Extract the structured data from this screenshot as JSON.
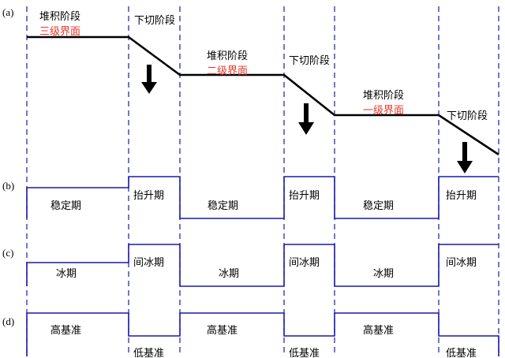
{
  "figure": {
    "title": "",
    "panels": [
      {
        "id": "a",
        "label": "(a)"
      },
      {
        "id": "b",
        "label": "(b)"
      },
      {
        "id": "c",
        "label": "(c)"
      },
      {
        "id": "d",
        "label": "(d)"
      }
    ]
  },
  "colors": {
    "curve": "#000000",
    "dashed_divider": "#1a1aa8",
    "box_outline": "#1a1aa8",
    "highlight_text": "#e8342a",
    "plain_text": "#000000",
    "background": "#ffffff"
  },
  "panel_a": {
    "stage_labels": [
      {
        "top": "堆积阶段",
        "bottom": "三级界面",
        "bottom_color": "#e8342a"
      },
      {
        "top": "下切阶段",
        "bottom": "",
        "bottom_color": ""
      },
      {
        "top": "堆积阶段",
        "bottom": "二级界面",
        "bottom_color": "#e8342a"
      },
      {
        "top": "下切阶段",
        "bottom": "",
        "bottom_color": ""
      },
      {
        "top": "堆积阶段",
        "bottom": "一级界面",
        "bottom_color": "#e8342a"
      },
      {
        "top": "下切阶段",
        "bottom": "",
        "bottom_color": ""
      }
    ],
    "arrows_count": 3
  },
  "panel_b": {
    "labels": [
      "稳定期",
      "抬升期",
      "稳定期",
      "抬升期",
      "稳定期",
      "抬升期"
    ]
  },
  "panel_c": {
    "labels": [
      "冰期",
      "间冰期",
      "冰期",
      "间冰期",
      "冰期",
      "间冰期"
    ]
  },
  "panel_d": {
    "labels": [
      "高基准",
      "低基准",
      "高基准",
      "低基准",
      "高基准",
      "低基准"
    ]
  }
}
